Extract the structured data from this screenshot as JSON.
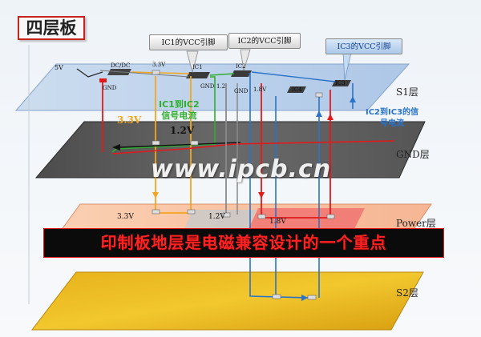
{
  "title": "四层板",
  "callouts": {
    "ic1_vcc": "IC1的VCC引脚",
    "ic2_vcc": "IC2的VCC引脚",
    "ic3_vcc": "IC3的VCC引脚"
  },
  "layers": {
    "s1": "S1层",
    "gnd": "GND层",
    "power": "Power层",
    "s2": "S2层"
  },
  "components": {
    "conn": "DC/DC",
    "ic1": "IC1",
    "ic2": "IC2",
    "ic3": "IC3",
    "ic4": "IC4"
  },
  "net_labels": {
    "five_v": "5V",
    "gnd_left": "GND",
    "gnd_ic1": "GND",
    "gnd_ic2": "GND",
    "v33_top": "3.3V",
    "v12_top": "1.2",
    "v18_top": "1.8V",
    "v33_mid": "3.3V",
    "v12_mid": "1.2V",
    "v33_power": "3.3V",
    "v12_power": "1.2V",
    "v18_power": "1.8V"
  },
  "signals": {
    "ic1_ic2_line1": "IC1到IC2",
    "ic1_ic2_line2": "信号电流",
    "ic2_ic3_line1": "IC2到IC3的信",
    "ic2_ic3_line2": "号电流"
  },
  "watermark": "www.ipcb.cn",
  "banner": "印制板地层是电磁兼容设计的一个重点",
  "colors": {
    "accent_red": "#e31a1a",
    "signal_green": "#2fae2f",
    "signal_blue": "#2a73c9",
    "v33_orange": "#f3a61d"
  }
}
